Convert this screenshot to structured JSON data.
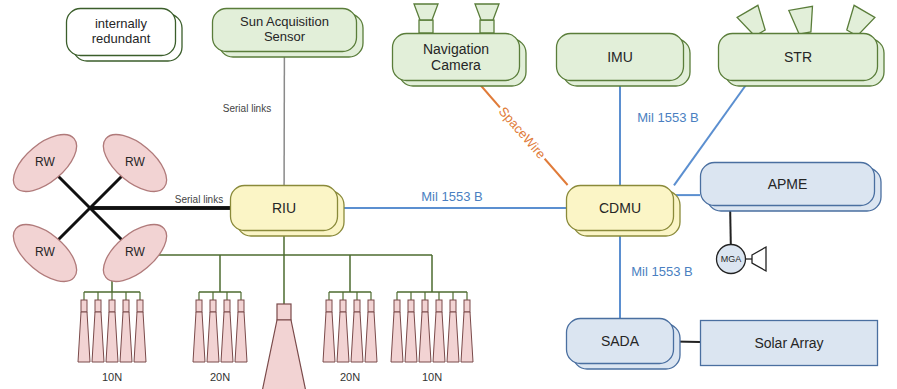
{
  "diagram": {
    "nodes": [
      {
        "text": [
          "internally redundant"
        ]
      },
      {
        "text": [
          "Sun Acquisition Sensor"
        ]
      },
      {
        "text": [
          "Navigation Camera"
        ]
      },
      {
        "text": [
          "IMU"
        ]
      },
      {
        "text": [
          "STR"
        ]
      },
      {
        "text": [
          "RIU"
        ]
      },
      {
        "text": [
          "CDMU"
        ]
      },
      {
        "text": [
          "APME"
        ]
      },
      {
        "text": [
          "SADA"
        ]
      },
      {
        "text": [
          "Solar Array"
        ]
      },
      {
        "text": [
          "RW"
        ]
      },
      {
        "text": [
          "RW"
        ]
      },
      {
        "text": [
          "RW"
        ]
      },
      {
        "text": [
          "RW"
        ]
      },
      {
        "text": [
          "MGA"
        ]
      }
    ],
    "edges": [
      {
        "from": 1,
        "to": 5,
        "arrow": "none",
        "label": "Serial links"
      },
      {
        "from": 10,
        "to": 5,
        "arrow": "none",
        "label": "Serial links"
      },
      {
        "from": 11,
        "to": 5,
        "arrow": "none"
      },
      {
        "from": 12,
        "to": 5,
        "arrow": "none"
      },
      {
        "from": 13,
        "to": 5,
        "arrow": "none"
      },
      {
        "from": 2,
        "to": 6,
        "arrow": "none",
        "label": "SpaceWire"
      },
      {
        "from": 3,
        "to": 6,
        "arrow": "none",
        "label": "Mil 1553 B"
      },
      {
        "from": 4,
        "to": 6,
        "arrow": "none"
      },
      {
        "from": 5,
        "to": 6,
        "arrow": "none",
        "label": "Mil 1553 B"
      },
      {
        "from": 6,
        "to": 7,
        "arrow": "none"
      },
      {
        "from": 7,
        "to": 14,
        "arrow": "none"
      },
      {
        "from": 6,
        "to": 8,
        "arrow": "none",
        "label": "Mil 1553 B"
      },
      {
        "from": 8,
        "to": 9,
        "arrow": "none"
      }
    ],
    "labels": [
      "10N",
      "20N",
      "20N",
      "10N"
    ]
  }
}
